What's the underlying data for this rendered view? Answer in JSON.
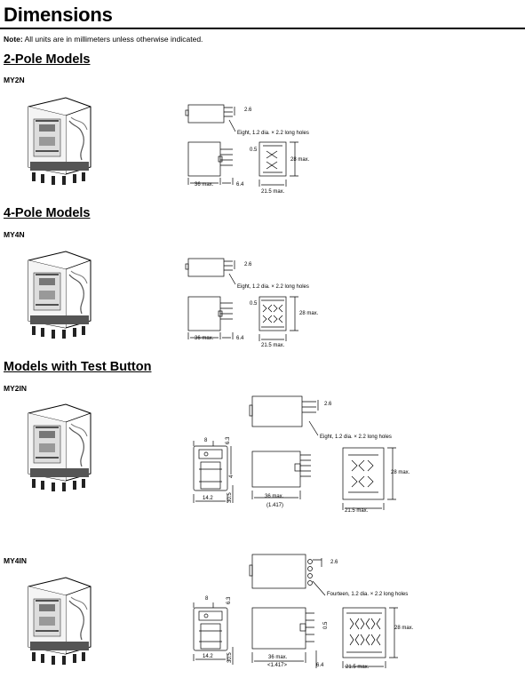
{
  "page": {
    "title": "Dimensions",
    "note_label": "Note:",
    "note_text": " All units are in millimeters unless otherwise indicated."
  },
  "sections": [
    {
      "heading": "2-Pole Models",
      "models": [
        {
          "name": "MY2N",
          "labels": {
            "dim_top": "2.6",
            "holes": "Eight, 1.2 dia. × 2.2 long holes",
            "dim_pin": "0.5",
            "height": "28 max.",
            "length": "36 max.",
            "pin_len": "6.4",
            "width": "21.5 max."
          }
        }
      ]
    },
    {
      "heading": "4-Pole Models",
      "models": [
        {
          "name": "MY4N",
          "labels": {
            "dim_top": "2.6",
            "holes": "Eight, 1.2 dia. × 2.2 long holes",
            "dim_pin": "0.5",
            "height": "28 max.",
            "length": "36 max.",
            "pin_len": "6.4",
            "width": "21.5 max."
          }
        }
      ]
    },
    {
      "heading": "Models with Test Button",
      "models": [
        {
          "name": "MY2IN",
          "labels": {
            "dim_top": "2.6",
            "holes": "Eight, 1.2 dia. × 2.2 long holes",
            "dim_8": "8",
            "dim_63": "6.3",
            "dim_4": "4",
            "dim_142": "14.2",
            "dim_305": "30.5",
            "length": "36 max.",
            "length_in": "(1.417)",
            "height": "28 max.",
            "width": "21.5 max."
          }
        },
        {
          "name": "MY4IN",
          "labels": {
            "dim_top": "2.6",
            "holes": "Fourteen, 1.2 dia. × 2.2 long holes",
            "dim_8": "8",
            "dim_63": "6.3",
            "dim_142": "14.2",
            "dim_305": "30.5",
            "dim_pin": "0.5",
            "length": "36 max.",
            "length_in": "<1.417>",
            "pin_len": "6.4",
            "height": "28 max.",
            "width": "21.5 max."
          }
        }
      ]
    }
  ]
}
